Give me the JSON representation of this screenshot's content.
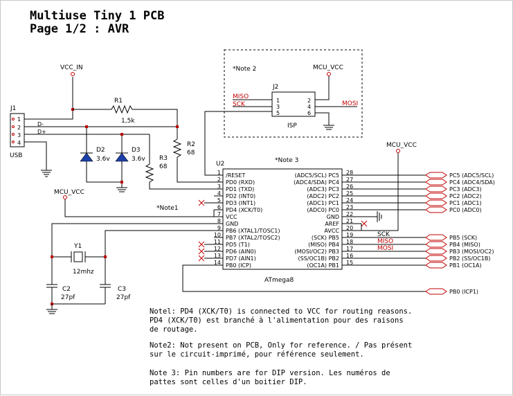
{
  "title": {
    "line1": "Multiuse Tiny 1 PCB",
    "line2": "Page 1/2 : AVR"
  },
  "power": {
    "vcc_in": "VCC_IN",
    "mcu_vcc": "MCU_VCC"
  },
  "j1": {
    "ref": "J1",
    "type": "USB",
    "pins": [
      "1",
      "2",
      "3",
      "4"
    ],
    "nets": [
      "D-",
      "D+"
    ]
  },
  "resistors": {
    "r1": {
      "ref": "R1",
      "value": "1,5k"
    },
    "r2": {
      "ref": "R2",
      "value": "68"
    },
    "r3": {
      "ref": "R3",
      "value": "68"
    }
  },
  "diodes": {
    "d2": {
      "ref": "D2",
      "value": "3.6v"
    },
    "d3": {
      "ref": "D3",
      "value": "3.6v"
    }
  },
  "crystal": {
    "ref": "Y1",
    "value": "12mhz"
  },
  "caps": {
    "c2": {
      "ref": "C2",
      "value": "27pf"
    },
    "c3": {
      "ref": "C3",
      "value": "27pf"
    }
  },
  "isp": {
    "ref": "J2",
    "type": "ISP",
    "note": "*Note 2",
    "pins_left": [
      "1",
      "3",
      "5"
    ],
    "pins_right": [
      "2",
      "4",
      "6"
    ],
    "miso": "MISO",
    "sck": "SCK",
    "mosi": "MOSI"
  },
  "u2": {
    "ref": "U2",
    "part": "ATmega8",
    "note": "*Note 3",
    "note1": "*Note1",
    "left_pins": [
      {
        "num": "1",
        "name": "/RESET"
      },
      {
        "num": "2",
        "name": "PD0 (RXD)"
      },
      {
        "num": "3",
        "name": "PD1 (TXD)"
      },
      {
        "num": "4",
        "name": "PD2 (INT0)"
      },
      {
        "num": "5",
        "name": "PD3 (INT1)"
      },
      {
        "num": "6",
        "name": "PD4 (XCK/T0)"
      },
      {
        "num": "7",
        "name": "VCC"
      },
      {
        "num": "8",
        "name": "GND"
      },
      {
        "num": "9",
        "name": "PB6 (XTAL1/TOSC1)"
      },
      {
        "num": "10",
        "name": "PB7 (XTAL2/TOSC2)"
      },
      {
        "num": "11",
        "name": "PD5 (T1)"
      },
      {
        "num": "12",
        "name": "PD6 (AIN0)"
      },
      {
        "num": "13",
        "name": "PD7 (AIN1)"
      },
      {
        "num": "14",
        "name": "PB0 (ICP)"
      }
    ],
    "right_pins": [
      {
        "num": "28",
        "name": "(ADC5/SCL) PC5"
      },
      {
        "num": "27",
        "name": "(ADC4/SDA) PC4"
      },
      {
        "num": "26",
        "name": "(ADC3) PC3"
      },
      {
        "num": "25",
        "name": "(ADC2) PC2"
      },
      {
        "num": "24",
        "name": "(ADC1) PC1"
      },
      {
        "num": "23",
        "name": "(ADC0) PC0"
      },
      {
        "num": "22",
        "name": "GND"
      },
      {
        "num": "21",
        "name": "AREF"
      },
      {
        "num": "20",
        "name": "AVCC"
      },
      {
        "num": "19",
        "name": "(SCK) PB5"
      },
      {
        "num": "18",
        "name": "(MISO) PB4"
      },
      {
        "num": "17",
        "name": "(MOSI/OC2) PB3"
      },
      {
        "num": "16",
        "name": "(SS/OC1B) PB2"
      },
      {
        "num": "15",
        "name": "(OC1A) PB1"
      }
    ],
    "spi_labels": [
      "SCK",
      "MISO",
      "MOSI"
    ]
  },
  "ports": [
    "PC5 (ADC5/SCL)",
    "PC4 (ADC4/SDA)",
    "PC3 (ADC3)",
    "PC2 (ADC2)",
    "PC1 (ADC1)",
    "PC0 (ADC0)",
    "PB5 (SCK)",
    "PB4 (MISO)",
    "PB3 (MOSI/OC2)",
    "PB2 (SS/OC1B)",
    "PB1 (OC1A)",
    "PB0 (ICP1)"
  ],
  "notes": {
    "n1a": "Notel: PD4 (XCK/T0) is connected to VCC for routing reasons.",
    "n1b": "PD4 (XCK/T0) est branché à l'alimentation pour des raisons",
    "n1c": "de routage.",
    "n2a": "Note2: Not present on PCB, Only for reference. / Pas présent",
    "n2b": "sur le circuit-imprimé, pour référence seulement.",
    "n3a": "Note 3: Pin numbers are for DIP version. Les numéros de",
    "n3b": "pattes sont celles d'un boitier DIP."
  },
  "colors": {
    "wire": "#000000",
    "accent": "#c00000"
  }
}
